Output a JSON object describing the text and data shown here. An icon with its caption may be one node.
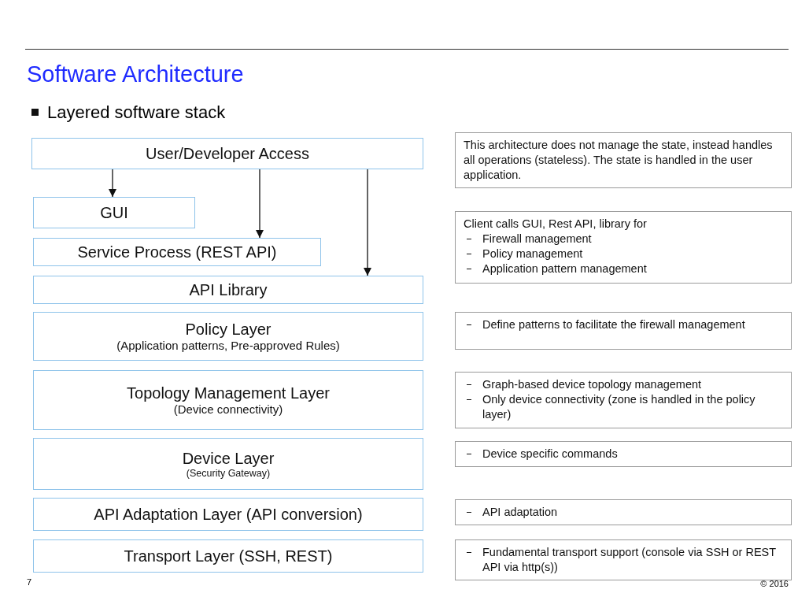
{
  "diagram": {
    "title": "Software Architecture",
    "nodes": [
      {
        "text": [
          "User/Developer Access"
        ]
      },
      {
        "text": [
          "GUI"
        ]
      },
      {
        "text": [
          "Service Process (REST API)"
        ]
      },
      {
        "text": [
          "API Library"
        ]
      },
      {
        "text": [
          "Policy Layer",
          "(Application patterns, Pre-approved Rules)"
        ]
      },
      {
        "text": [
          "Topology Management Layer",
          "(Device connectivity)"
        ]
      },
      {
        "text": [
          "Device Layer",
          "(Security Gateway)"
        ]
      },
      {
        "text": [
          "API Adaptation Layer (API conversion)"
        ]
      },
      {
        "text": [
          "Transport Layer (SSH, REST)"
        ]
      },
      {
        "text": [
          "This architecture does not manage the state, instead handles all operations (stateless). The state is handled in the user application."
        ]
      },
      {
        "text": [
          "Client calls GUI, Rest API, library for",
          "Firewall management",
          "Policy management",
          "Application pattern management"
        ]
      },
      {
        "text": [
          "Define patterns to facilitate the firewall management"
        ]
      },
      {
        "text": [
          "Graph-based device topology management",
          "Only device connectivity (zone is handled in the policy layer)"
        ]
      },
      {
        "text": [
          "Device specific commands"
        ]
      },
      {
        "text": [
          "API adaptation"
        ]
      },
      {
        "text": [
          "Fundamental transport support (console via SSH or REST API via http(s))"
        ]
      }
    ],
    "edges": [
      {
        "from": 0,
        "to": 1,
        "arrow": "to"
      },
      {
        "from": 0,
        "to": 2,
        "arrow": "to"
      },
      {
        "from": 0,
        "to": 3,
        "arrow": "to"
      }
    ],
    "labels": [
      "Layered software stack",
      "7",
      "© 2016"
    ]
  }
}
